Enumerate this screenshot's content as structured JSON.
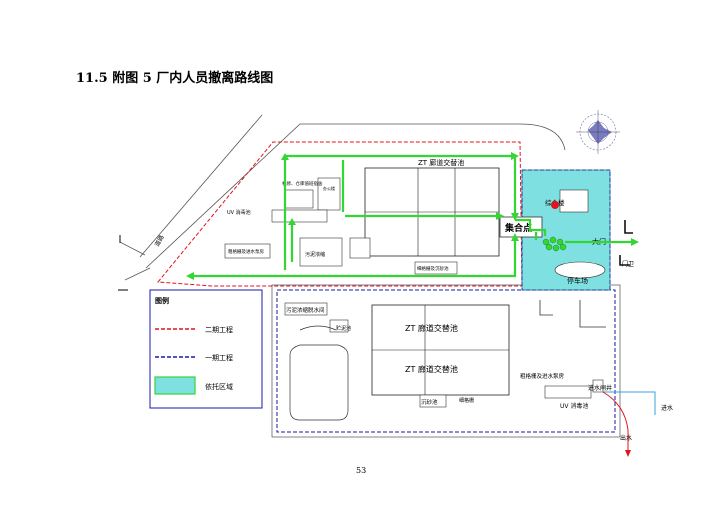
{
  "heading": {
    "section": "11.5",
    "title": "附图 5 厂内人员撤离路线图"
  },
  "labels": {
    "zt_tank_top": "ZT 廊道交替池",
    "zt_tank_mid": "ZT 廊道交替池",
    "zt_tank_bot": "ZT 廊道交替池",
    "dorm": "机修、仓库值班宿舍",
    "office": "办公楼",
    "uv_top": "UV 消毒池",
    "pump_top": "粗格栅及进水泵房",
    "sludge_thick": "污泥浓缩",
    "grit_top": "细格栅及沉砂池",
    "assembly": "集合点",
    "complex": "综合楼",
    "gate": "大门",
    "guard": "门卫",
    "parking": "停车场",
    "sludge_house": "污泥浓缩脱水间",
    "sludge_tank": "贮泥池",
    "pump_bot": "粗格栅及进水泵房",
    "inlet_well": "进水闸井",
    "uv_bot": "UV 消毒池",
    "grit_bot": "沉砂池",
    "fine_screen": "细格栅",
    "inlet": "进水",
    "outlet": "出水",
    "road_left": "道路"
  },
  "legend": {
    "title": "图例",
    "items": [
      {
        "label": "二期工程",
        "color": "#e0141e",
        "style": "dashed"
      },
      {
        "label": "一期工程",
        "color": "#1a1aa8",
        "style": "dashed"
      },
      {
        "label": "依托区域",
        "color": "#7ee0e0",
        "style": "fill"
      }
    ]
  },
  "colors": {
    "route": "#33d633",
    "phase2": "#e0141e",
    "phase1": "#1a1aa8",
    "shared": "#7ee0e0",
    "water": "#3aa0e0"
  },
  "page_number": "53"
}
